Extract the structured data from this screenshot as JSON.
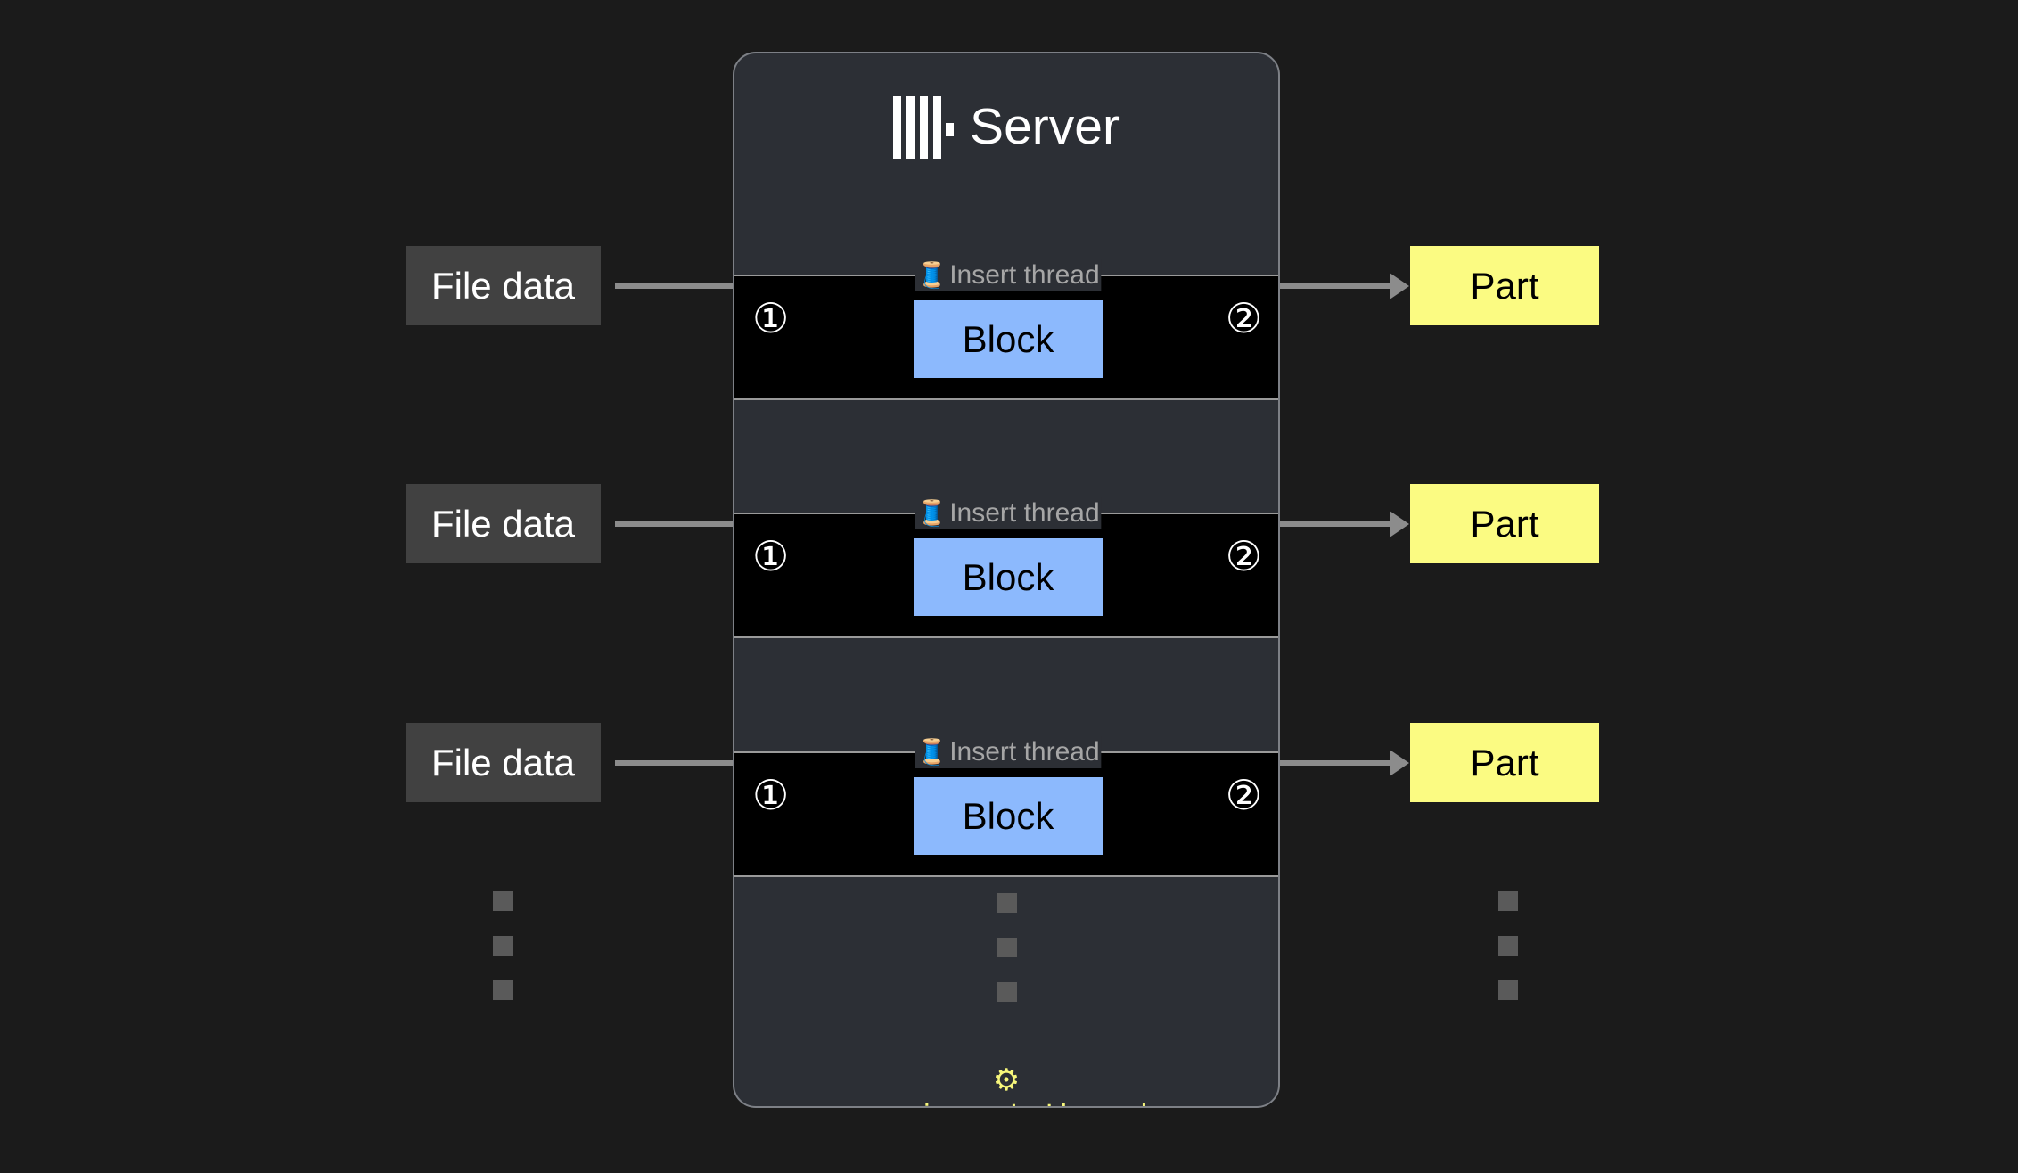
{
  "page": {
    "background_color": "#1b1b1b"
  },
  "server_panel": {
    "title": "Server",
    "logo_icon": "clickhouse-logo-icon",
    "background_color": "#2c2f35",
    "border_color": "#7d8086",
    "setting": {
      "icon": "gear-icon",
      "gear_glyph": "⚙",
      "name": "max_insert_threads",
      "color": "#f7f77b"
    }
  },
  "threads": [
    {
      "legend_icon": "thread-spool-icon",
      "legend_emoji": "🧵",
      "legend": "Insert thread",
      "step_in": "①",
      "step_out": "②",
      "block_label": "Block",
      "block_color": "#8cb9fd",
      "source_label": "File data",
      "source_color": "#414141",
      "target_label": "Part",
      "target_color": "#fbfb82"
    },
    {
      "legend_icon": "thread-spool-icon",
      "legend_emoji": "🧵",
      "legend": "Insert thread",
      "step_in": "①",
      "step_out": "②",
      "block_label": "Block",
      "block_color": "#8cb9fd",
      "source_label": "File data",
      "source_color": "#414141",
      "target_label": "Part",
      "target_color": "#fbfb82"
    },
    {
      "legend_icon": "thread-spool-icon",
      "legend_emoji": "🧵",
      "legend": "Insert thread",
      "step_in": "①",
      "step_out": "②",
      "block_label": "Block",
      "block_color": "#8cb9fd",
      "source_label": "File data",
      "source_color": "#414141",
      "target_label": "Part",
      "target_color": "#fbfb82"
    }
  ],
  "ellipsis": {
    "left": "vertical-ellipsis",
    "center": "vertical-ellipsis",
    "right": "vertical-ellipsis",
    "dot_color": "#5a5a5a"
  }
}
